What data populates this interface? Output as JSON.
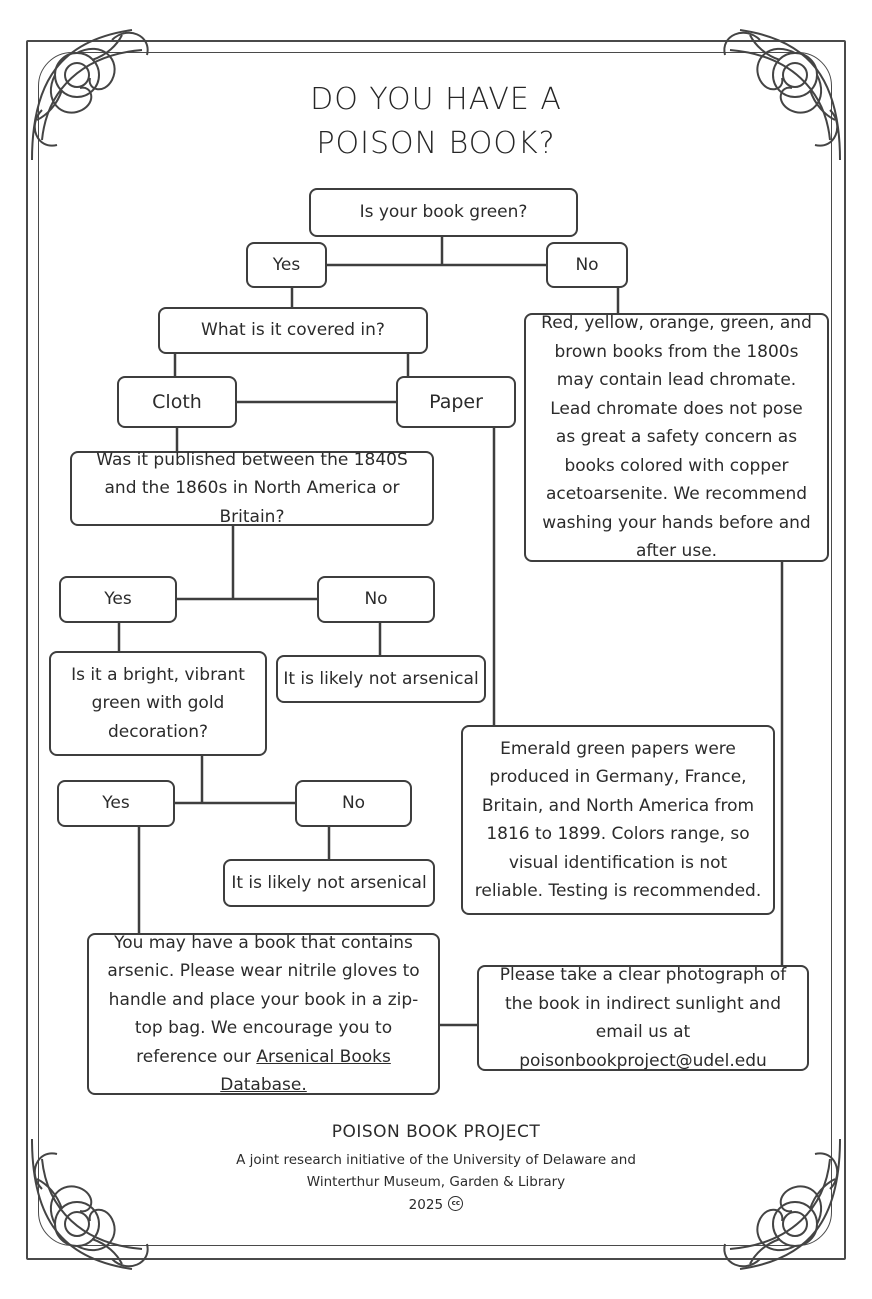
{
  "title": {
    "line1": "DO YOU HAVE A",
    "line2": "POISON BOOK?"
  },
  "nodes": {
    "q_green": "Is your book green?",
    "yes1": "Yes",
    "no1": "No",
    "q_covered": "What is it covered in?",
    "cloth": "Cloth",
    "paper": "Paper",
    "lead_chromate": "Red, yellow, orange, green, and brown books from the 1800s may contain lead chromate. Lead chromate does not pose as great a safety concern as books colored with copper acetoarsenite. We recommend washing your hands before and after use.",
    "q_published": "Was it published between the 1840S and the 1860s in North America or Britain?",
    "yes2": "Yes",
    "no2": "No",
    "not_arsenical1": "It is likely not arsenical",
    "q_bright": "Is it a bright, vibrant green with gold decoration?",
    "emerald": "Emerald green papers were produced in Germany, France, Britain, and North America from 1816 to 1899. Colors range, so visual identification is not reliable. Testing is recommended.",
    "yes3": "Yes",
    "no3": "No",
    "not_arsenical2": "It is likely not arsenical",
    "arsenic_text": "You may have a book that contains arsenic. Please wear nitrile gloves to handle  and place your book in a zip-top bag. We encourage you to reference our",
    "arsenic_link": "Arsenical Books Database.",
    "photo": "Please take a clear photograph of the book in indirect sunlight and email us at poisonbookproject@udel.edu"
  },
  "footer": {
    "project": "POISON BOOK PROJECT",
    "credit_line1": "A joint research initiative of the University of Delaware and",
    "credit_line2": "Winterthur Museum, Garden & Library",
    "year": "2025",
    "cc_mark": "cc"
  },
  "colors": {
    "line": "#3e3e3e",
    "text": "#2b2b2b",
    "background": "#ffffff"
  }
}
